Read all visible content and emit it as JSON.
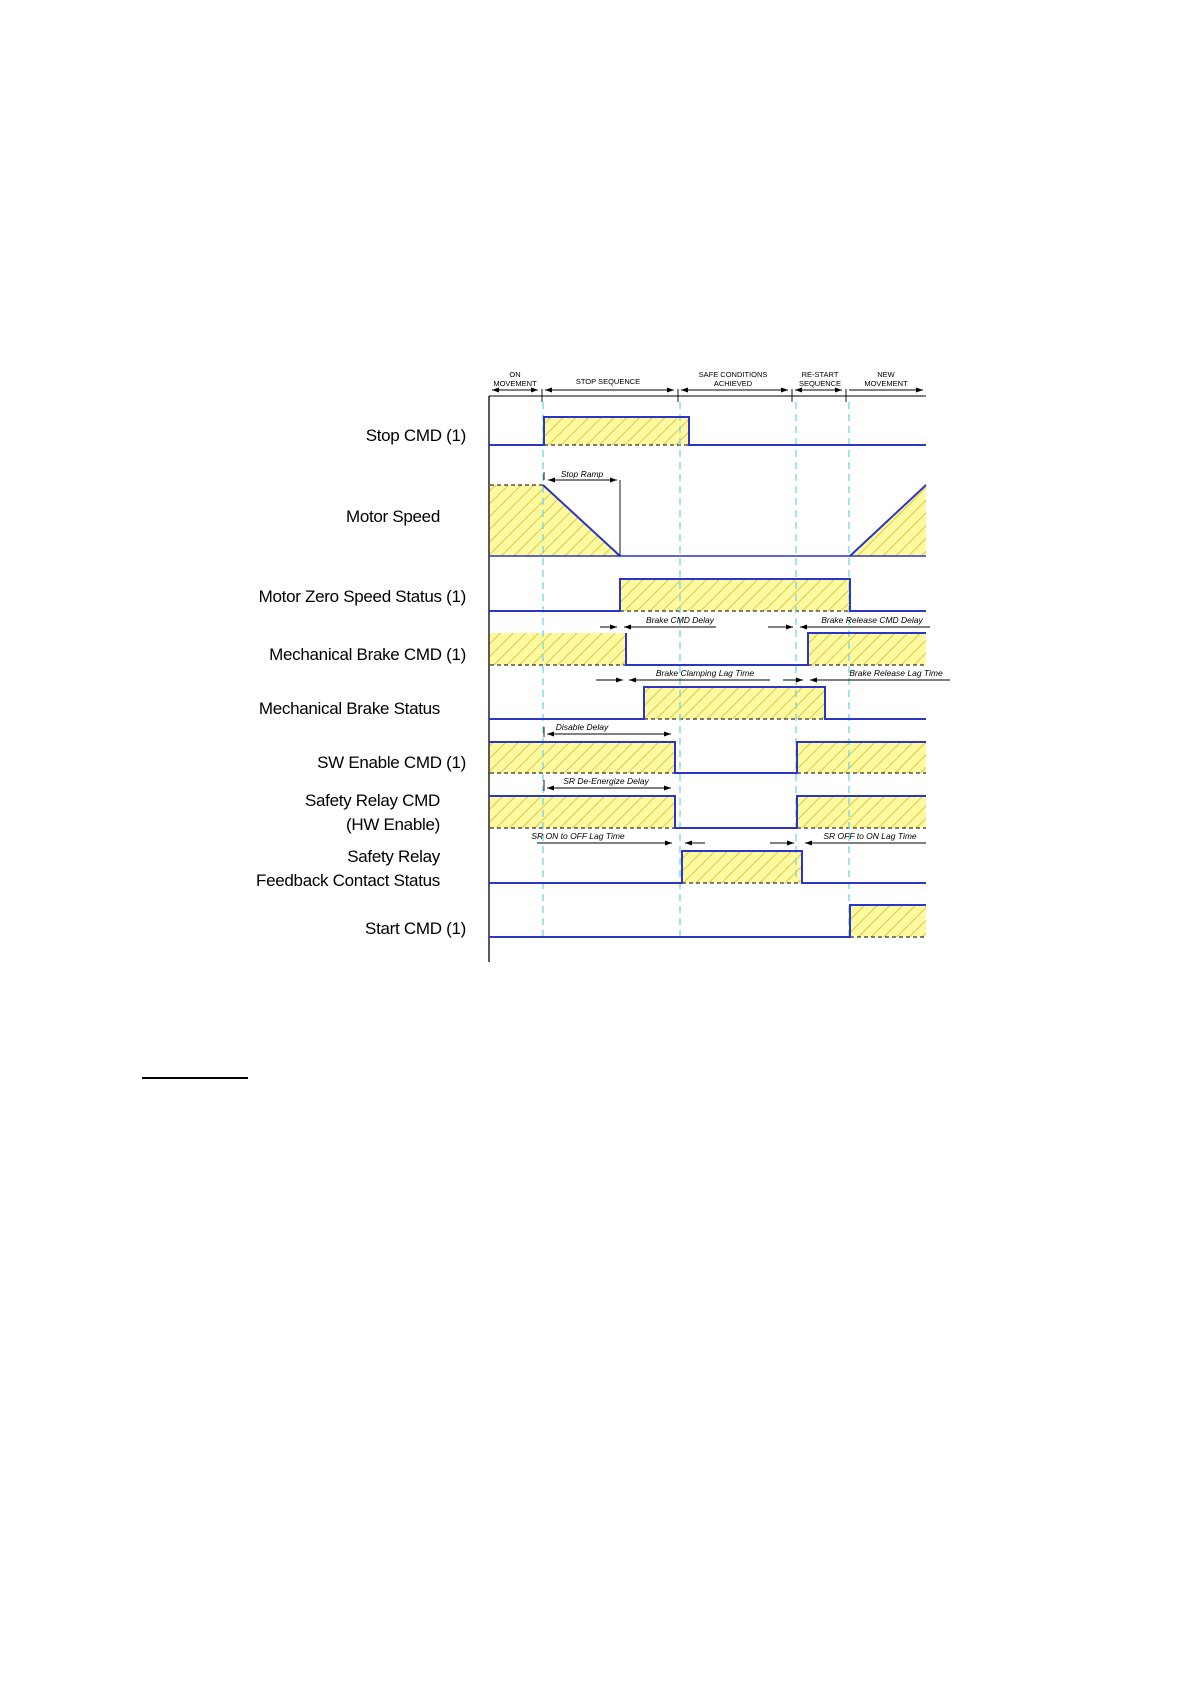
{
  "phases": {
    "on_movement": [
      "ON",
      "MOVEMENT"
    ],
    "stop_sequence": "STOP SEQUENCE",
    "safe_conditions": [
      "SAFE CONDITIONS",
      "ACHIEVED"
    ],
    "restart_sequence": [
      "RE-START",
      "SEQUENCE"
    ],
    "new_movement": [
      "NEW",
      "MOVEMENT"
    ]
  },
  "signals": {
    "stop_cmd": "Stop CMD  (1)",
    "motor_speed": "Motor Speed",
    "motor_zero_speed": "Motor Zero Speed Status  (1)",
    "mech_brake_cmd": "Mechanical Brake CMD  (1)",
    "mech_brake_status": "Mechanical Brake Status",
    "sw_enable_cmd": "SW Enable CMD  (1)",
    "safety_relay_cmd": [
      "Safety Relay CMD",
      "(HW Enable)"
    ],
    "safety_relay_fb": [
      "Safety Relay",
      "Feedback Contact Status"
    ],
    "start_cmd": "Start CMD  (1)"
  },
  "annotations": {
    "stop_ramp": "Stop Ramp",
    "brake_cmd_delay": "Brake CMD Delay",
    "brake_release_cmd_delay": "Brake Release CMD Delay",
    "brake_clamping_lag": "Brake Clamping Lag Time",
    "brake_release_lag": "Brake Release Lag Time",
    "disable_delay": "Disable Delay",
    "sr_deenergize_delay": "SR De-Energize Delay",
    "sr_on_off_lag": "SR ON to OFF Lag Time",
    "sr_off_on_lag": "SR OFF  to ON Lag Time"
  },
  "colors": {
    "waveform": "#2b35c8",
    "hatch_fill": "#fffaa0",
    "hatch_line": "#d9c84a",
    "guide": "#6fd6e6"
  }
}
